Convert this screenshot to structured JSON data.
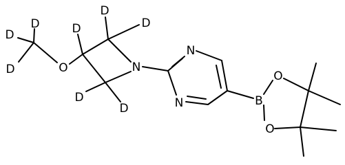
{
  "molecule": {
    "atoms": {
      "d1": "D",
      "d2": "D",
      "d3": "D",
      "d_c3": "D",
      "d_c2a": "D",
      "d_c2b": "D",
      "d_c4a": "D",
      "d_c4b": "D",
      "o_methoxy": "O",
      "n_azetidine": "N",
      "n_pyr_top": "N",
      "n_pyr_bottom": "N",
      "boron": "B",
      "o_boronate_top": "O",
      "o_boronate_bottom": "O"
    }
  }
}
